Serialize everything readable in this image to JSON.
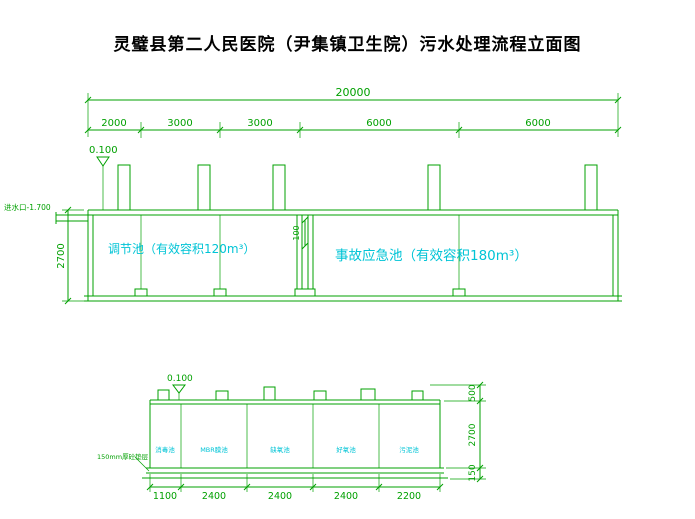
{
  "title": "灵璧县第二人民医院（尹集镇卫生院）污水处理流程立面图",
  "colors": {
    "line": "#00a000",
    "label": "#00c4d6",
    "title": "#000000"
  },
  "top_view": {
    "overall_dim": "20000",
    "segment_dims": [
      "2000",
      "3000",
      "3000",
      "6000",
      "6000"
    ],
    "elevation": "0.100",
    "inlet_label": "进水口-1.700",
    "height_dim": "2700",
    "wall_dim": "100",
    "tank1_label": "调节池（有效容积120m³）",
    "tank2_label": "事故应急池（有效容积180m³）"
  },
  "bottom_view": {
    "elevation": "0.100",
    "compartments": [
      "消毒池",
      "MBR膜池",
      "缺氧池",
      "好氧池",
      "污泥池"
    ],
    "width_dims": [
      "1100",
      "2400",
      "2400",
      "2400",
      "2200"
    ],
    "height_dims": [
      "500",
      "2700",
      "150"
    ],
    "base_note": "150mm厚砼垫层"
  }
}
